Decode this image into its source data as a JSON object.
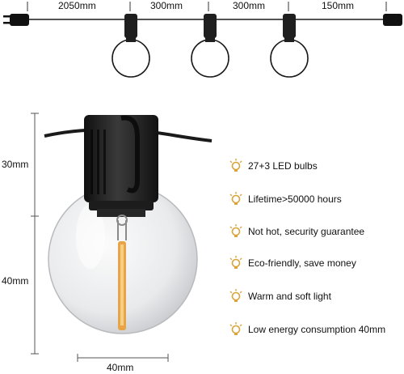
{
  "string_lengths": [
    "2050mm",
    "300mm",
    "300mm",
    "150mm"
  ],
  "dimensions": {
    "height_top": "30mm",
    "height_bottom": "40mm",
    "width": "40mm"
  },
  "features": [
    "27+3 LED bulbs",
    "Lifetime>50000 hours",
    "Not hot, security guarantee",
    "Eco-friendly, save money",
    "Warm and soft light",
    "Low energy consumption 40mm"
  ],
  "colors": {
    "icon": "#d9a53a",
    "socket": "#1f1f1f",
    "wire": "#1a1a1a",
    "filament": "#e8a447",
    "dimension_line": "#555555"
  }
}
